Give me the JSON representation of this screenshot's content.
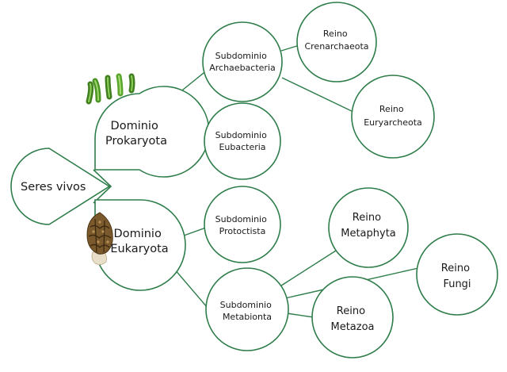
{
  "theme": {
    "stroke": "#2e7d4a",
    "fill": "#ffffff",
    "text": "#1a1a1a"
  },
  "nodes": {
    "seres_vivos": {
      "lines": [
        "Seres vivos"
      ]
    },
    "prokaryota": {
      "lines": [
        "Dominio",
        "Prokaryota"
      ]
    },
    "eukaryota": {
      "lines": [
        "Dominio",
        "Eukaryota"
      ]
    },
    "archaebacteria": {
      "lines": [
        "Subdominio",
        "Archaebacteria"
      ]
    },
    "eubacteria": {
      "lines": [
        "Subdominio",
        "Eubacteria"
      ]
    },
    "protoctista": {
      "lines": [
        "Subdominio",
        "Protoctista"
      ]
    },
    "metabionta": {
      "lines": [
        "Subdominio",
        "Metabionta"
      ]
    },
    "crenarchaeota": {
      "lines": [
        "Reino",
        "Crenarchaeota"
      ]
    },
    "euryarcheota": {
      "lines": [
        "Reino",
        "Euryarcheota"
      ]
    },
    "metaphyta": {
      "lines": [
        "Reino",
        "Metaphyta"
      ]
    },
    "metazoa": {
      "lines": [
        "Reino",
        "Metazoa"
      ]
    },
    "fungi": {
      "lines": [
        "Reino",
        "Fungi"
      ]
    }
  },
  "illustrations": {
    "bacteria": "green-bacteria-rods",
    "mushroom": "morel-mushroom"
  }
}
